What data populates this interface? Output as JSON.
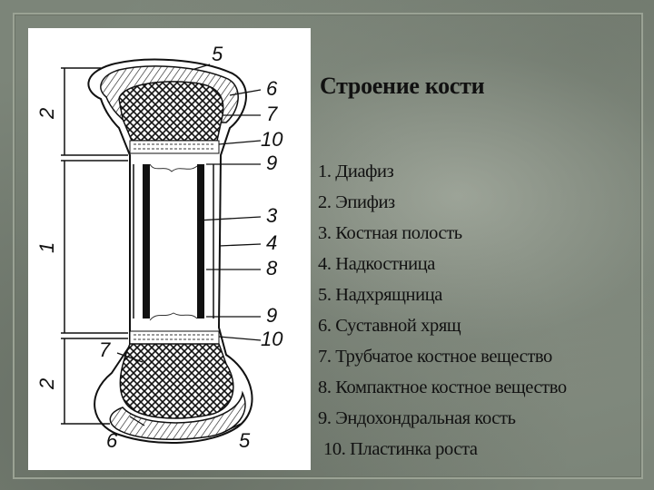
{
  "slide": {
    "title": "Строение кости",
    "legend": [
      "1. Диафиз",
      "2. Эпифиз",
      "3. Костная полость",
      "4. Надкостница",
      "5. Надхрящница",
      "6. Суставной хрящ",
      "7. Трубчатое костное вещество",
      "8. Компактное костное вещество",
      "9. Эндохондральная кость",
      "10. Пластинка роста"
    ]
  },
  "figure": {
    "labels": {
      "n5_top": "5",
      "n6_top": "6",
      "n7_top": "7",
      "n10_top": "10",
      "n9_top": "9",
      "n3": "3",
      "n4": "4",
      "n8": "8",
      "n9_bottom": "9",
      "n10_bottom": "10",
      "n7_bottom": "7",
      "n6_bottom": "6",
      "n5_bottom": "5",
      "bracket_2_top": "2",
      "bracket_1": "1",
      "bracket_2_bottom": "2"
    }
  },
  "colors": {
    "background": "#7c8579",
    "figure_bg": "#ffffff",
    "ink": "#111111"
  }
}
